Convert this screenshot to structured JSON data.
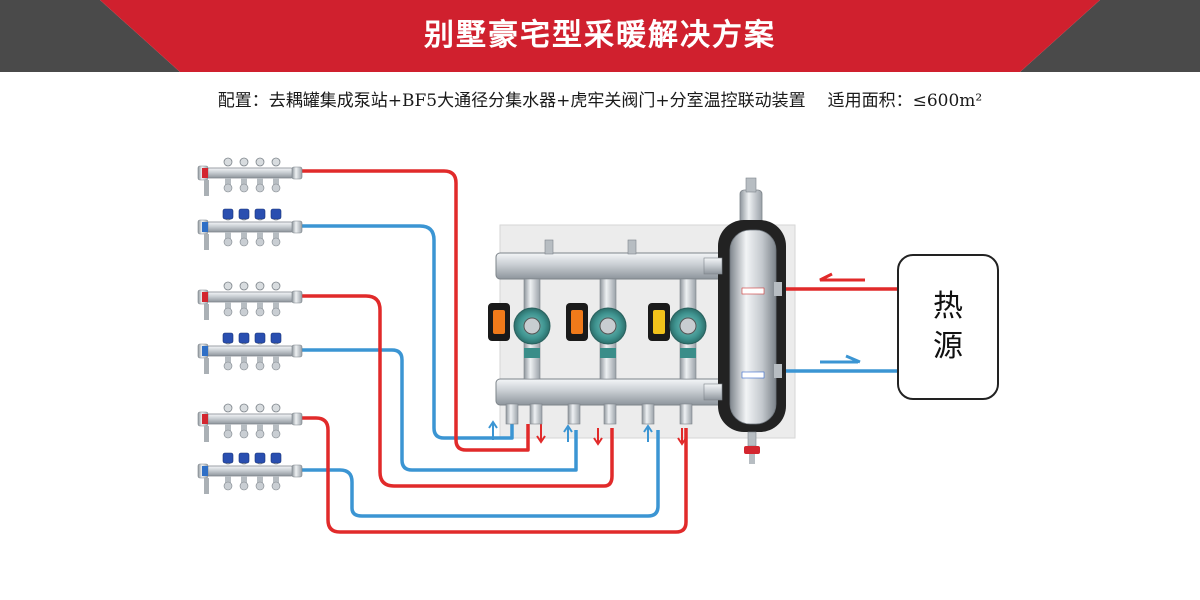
{
  "banner": {
    "title": "别墅豪宅型采暖解决方案",
    "colors": {
      "red": "#d0202e",
      "gray": "#4a4a4a"
    }
  },
  "config": {
    "text": "配置：去耦罐集成泵站+BF5大通径分集水器+虎牢关阀门+分室温控联动装置",
    "area": "适用面积：≤600m²"
  },
  "heat_source": {
    "line1": "热",
    "line2": "源"
  },
  "pipe_colors": {
    "supply": "#e12a2a",
    "return": "#3b95d3"
  }
}
